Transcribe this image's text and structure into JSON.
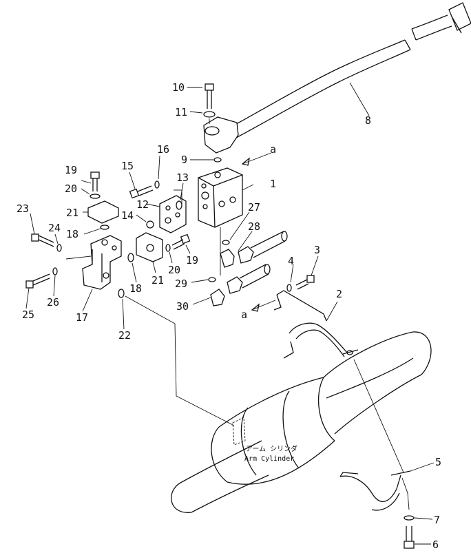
{
  "callouts": {
    "p1": "1",
    "p2": "2",
    "p3": "3",
    "p4": "4",
    "p5": "5",
    "p6": "6",
    "p7": "7",
    "p8": "8",
    "p9": "9",
    "p10": "10",
    "p11": "11",
    "p12": "12",
    "p13": "13",
    "p14": "14",
    "p15": "15",
    "p16": "16",
    "p17": "17",
    "p18a": "18",
    "p18b": "18",
    "p19a": "19",
    "p19b": "19",
    "p20a": "20",
    "p20b": "20",
    "p21a": "21",
    "p21b": "21",
    "p22": "22",
    "p23": "23",
    "p24": "24",
    "p25": "25",
    "p26": "26",
    "p27": "27",
    "p28": "28",
    "p29": "29",
    "p30": "30"
  },
  "view_refs": {
    "a_top": "a",
    "a_left": "a"
  },
  "cylinder_label": {
    "jp": "アーム シリンダ",
    "en": "Arm Cylinder"
  }
}
